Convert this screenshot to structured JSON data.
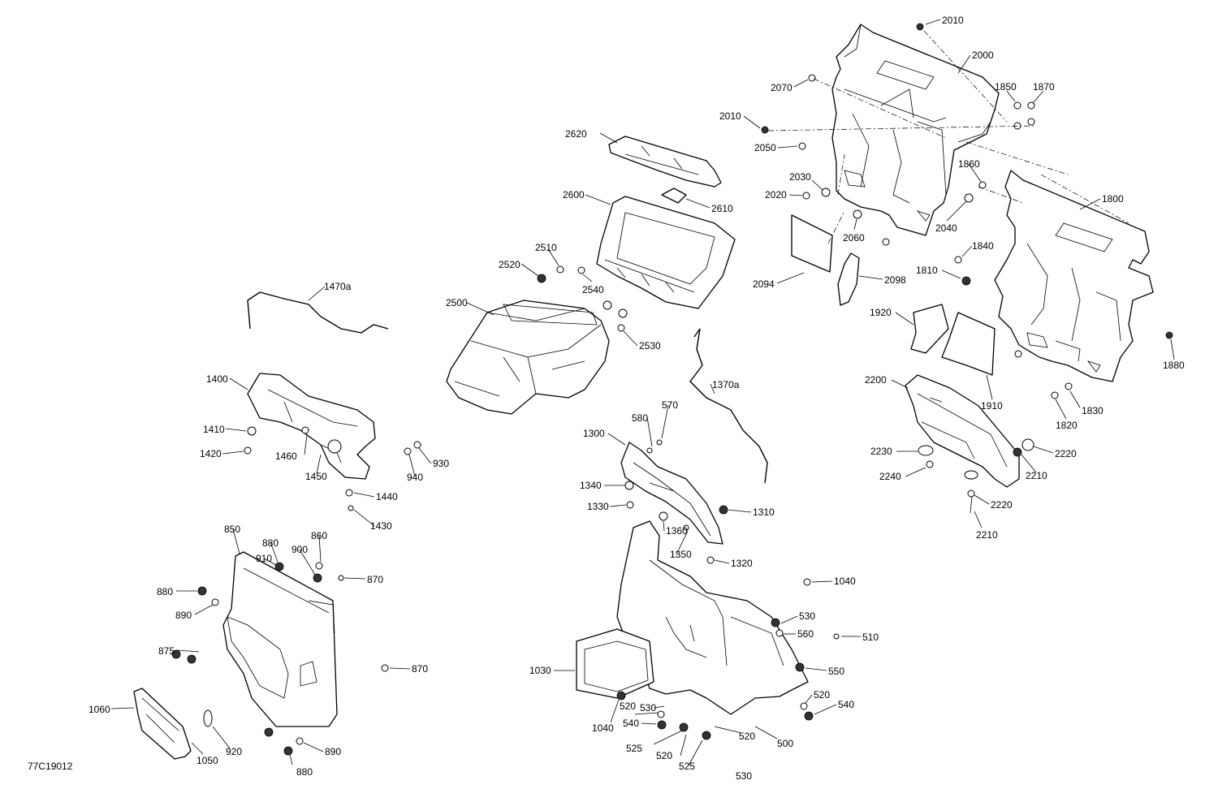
{
  "drawing_id": "77C19012",
  "callouts": [
    {
      "ref": "2010"
    },
    {
      "ref": "2000"
    },
    {
      "ref": "2070"
    },
    {
      "ref": "1850"
    },
    {
      "ref": "1870"
    },
    {
      "ref": "2010"
    },
    {
      "ref": "2050"
    },
    {
      "ref": "1860"
    },
    {
      "ref": "2030"
    },
    {
      "ref": "2020"
    },
    {
      "ref": "1800"
    },
    {
      "ref": "2060"
    },
    {
      "ref": "2040"
    },
    {
      "ref": "1840"
    },
    {
      "ref": "2094"
    },
    {
      "ref": "2098"
    },
    {
      "ref": "1810"
    },
    {
      "ref": "1920"
    },
    {
      "ref": "1880"
    },
    {
      "ref": "1910"
    },
    {
      "ref": "2200"
    },
    {
      "ref": "1830"
    },
    {
      "ref": "1820"
    },
    {
      "ref": "2230"
    },
    {
      "ref": "2220"
    },
    {
      "ref": "2240"
    },
    {
      "ref": "2210"
    },
    {
      "ref": "2220"
    },
    {
      "ref": "2210"
    },
    {
      "ref": "2620"
    },
    {
      "ref": "2600"
    },
    {
      "ref": "2610"
    },
    {
      "ref": "2510"
    },
    {
      "ref": "2520"
    },
    {
      "ref": "2540"
    },
    {
      "ref": "2500"
    },
    {
      "ref": "2530"
    },
    {
      "ref": "1470a"
    },
    {
      "ref": "1370a"
    },
    {
      "ref": "1400"
    },
    {
      "ref": "1410"
    },
    {
      "ref": "1460"
    },
    {
      "ref": "1420"
    },
    {
      "ref": "1450"
    },
    {
      "ref": "930"
    },
    {
      "ref": "940"
    },
    {
      "ref": "1440"
    },
    {
      "ref": "1430"
    },
    {
      "ref": "570"
    },
    {
      "ref": "580"
    },
    {
      "ref": "1300"
    },
    {
      "ref": "1340"
    },
    {
      "ref": "1330"
    },
    {
      "ref": "1310"
    },
    {
      "ref": "1360"
    },
    {
      "ref": "1350"
    },
    {
      "ref": "1320"
    },
    {
      "ref": "850"
    },
    {
      "ref": "880"
    },
    {
      "ref": "860"
    },
    {
      "ref": "910"
    },
    {
      "ref": "900"
    },
    {
      "ref": "870"
    },
    {
      "ref": "880"
    },
    {
      "ref": "890"
    },
    {
      "ref": "875"
    },
    {
      "ref": "870"
    },
    {
      "ref": "1060"
    },
    {
      "ref": "1050"
    },
    {
      "ref": "920"
    },
    {
      "ref": "890"
    },
    {
      "ref": "880"
    },
    {
      "ref": "1040"
    },
    {
      "ref": "530"
    },
    {
      "ref": "560"
    },
    {
      "ref": "510"
    },
    {
      "ref": "550"
    },
    {
      "ref": "1030"
    },
    {
      "ref": "520"
    },
    {
      "ref": "540"
    },
    {
      "ref": "1040"
    },
    {
      "ref": "530"
    },
    {
      "ref": "525"
    },
    {
      "ref": "520"
    },
    {
      "ref": "525"
    },
    {
      "ref": "520"
    },
    {
      "ref": "520"
    },
    {
      "ref": "540"
    },
    {
      "ref": "500"
    },
    {
      "ref": "530"
    }
  ]
}
